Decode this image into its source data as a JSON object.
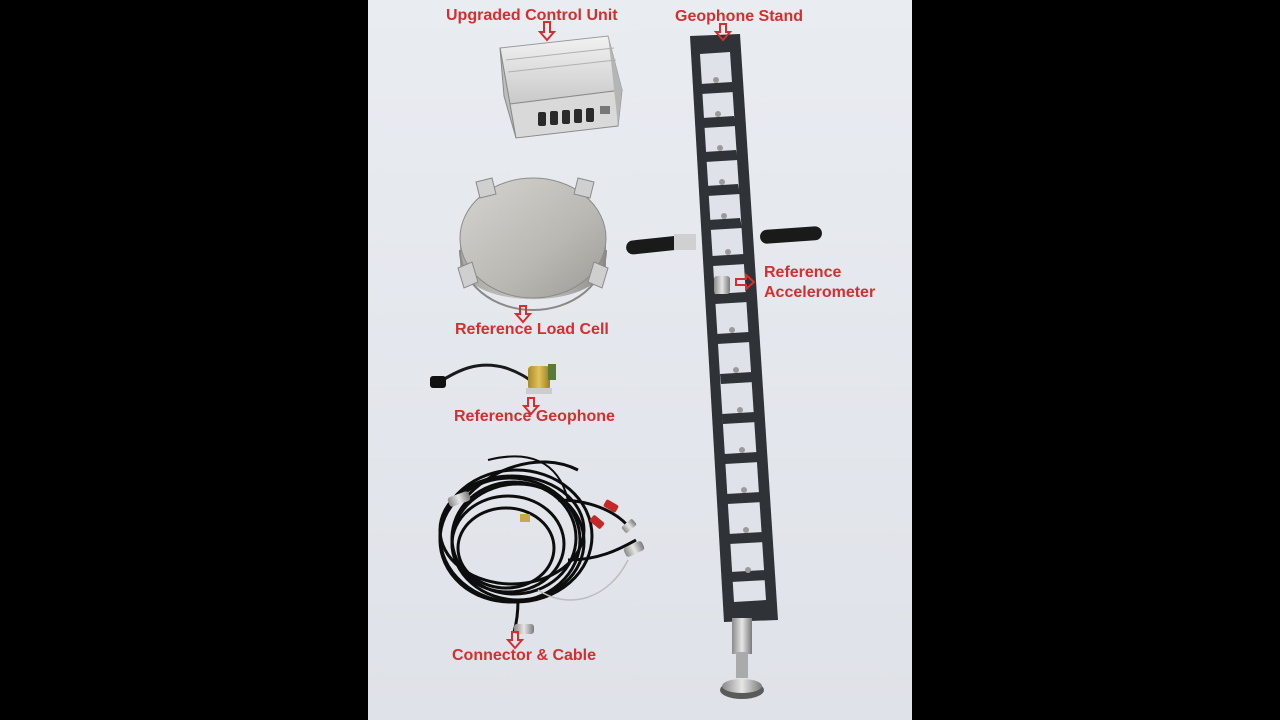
{
  "colors": {
    "background": "#000000",
    "photo_background": "#e4e7ed",
    "label": "#d32f2f"
  },
  "labels": {
    "control_unit": "Upgraded Control Unit",
    "geophone_stand": "Geophone Stand",
    "reference_accelerometer_line1": "Reference",
    "reference_accelerometer_line2": "Accelerometer",
    "reference_load_cell": "Reference Load Cell",
    "reference_geophone": "Reference Geophone",
    "connector_cable": "Connector & Cable"
  },
  "icons": {
    "label_arrow": "outline-arrow-icon"
  }
}
